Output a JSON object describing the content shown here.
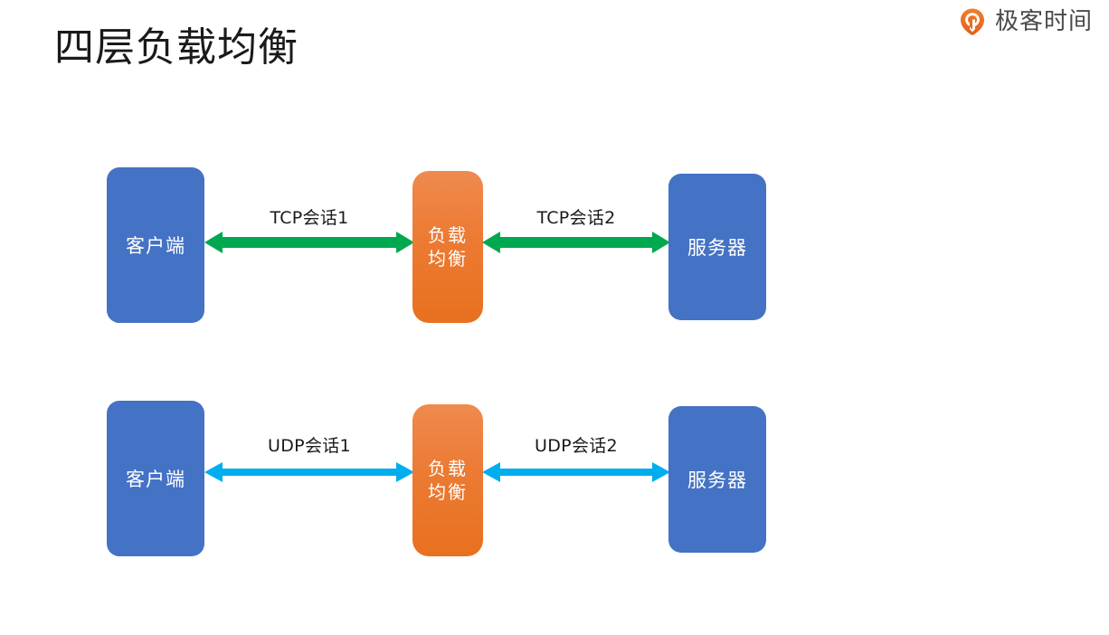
{
  "slide": {
    "title": "四层负载均衡",
    "background_color": "#ffffff"
  },
  "logo": {
    "icon_name": "geektime-pin-icon",
    "text": "极客时间",
    "color": "#e8711f",
    "text_color": "#4a4a4a"
  },
  "colors": {
    "node_blue": "#4472c4",
    "node_orange": "#e8711f",
    "arrow_green": "#00a850",
    "arrow_cyan": "#00aeef",
    "title_text": "#1a1a1a",
    "node_text": "#ffffff"
  },
  "rows": [
    {
      "id": "tcp",
      "protocol": "TCP",
      "arrow_color": "#00a850",
      "nodes": {
        "client": "客户端",
        "balancer": "负载均衡",
        "balancer_line1": "负载",
        "balancer_line2": "均衡",
        "server": "服务器"
      },
      "arrows": [
        {
          "label": "TCP会话1",
          "direction": "bidirectional"
        },
        {
          "label": "TCP会话2",
          "direction": "bidirectional"
        }
      ]
    },
    {
      "id": "udp",
      "protocol": "UDP",
      "arrow_color": "#00aeef",
      "nodes": {
        "client": "客户端",
        "balancer": "负载均衡",
        "balancer_line1": "负载",
        "balancer_line2": "均衡",
        "server": "服务器"
      },
      "arrows": [
        {
          "label": "UDP会话1",
          "direction": "bidirectional"
        },
        {
          "label": "UDP会话2",
          "direction": "bidirectional"
        }
      ]
    }
  ]
}
